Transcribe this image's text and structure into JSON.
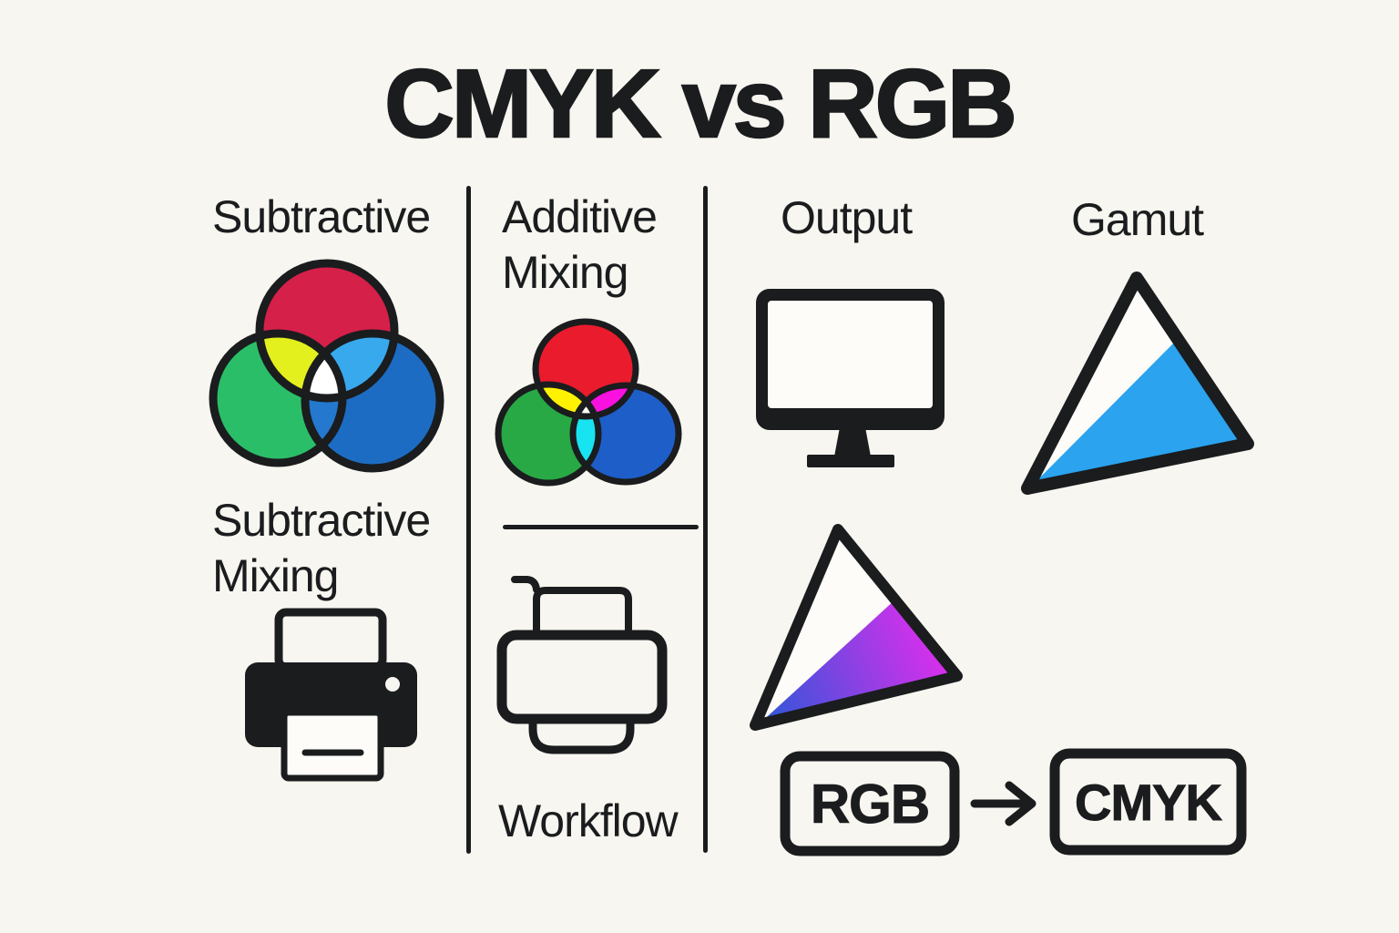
{
  "title": "CMYK vs RGB",
  "sections": {
    "subtractive": {
      "heading": "Subtractive",
      "caption": "Subtractive Mixing",
      "icons": [
        "subtractive-venn-icon",
        "printer-icon"
      ]
    },
    "additive": {
      "heading": "Additive Mixing",
      "caption": "Workflow",
      "icons": [
        "additive-venn-icon",
        "printer-outline-icon"
      ]
    },
    "output": {
      "heading": "Output",
      "icons": [
        "monitor-icon",
        "cmyk-gamut-triangle-icon"
      ]
    },
    "gamut": {
      "heading": "Gamut",
      "icons": [
        "rgb-gamut-triangle-icon"
      ]
    }
  },
  "conversion": {
    "from": "RGB",
    "to": "CMYK",
    "arrow_symbol": "→"
  },
  "colors": {
    "background": "#F8F6F0",
    "ink": "#1A1C1E",
    "paper_white": "#FDFCF9",
    "subtractive_venn": {
      "red": "#D52049",
      "green": "#2BBE69",
      "blue": "#1D6CC3",
      "yellow_overlap": "#E3F01D",
      "light_blue_overlap": "#38A9EC",
      "blue_overlap": "#2478CE",
      "center_overlap": "#FFFFFF"
    },
    "additive_venn": {
      "red": "#EA1B2C",
      "green": "#28A945",
      "blue": "#1E5EC8",
      "yellow_overlap": "#FFF200",
      "magenta_overlap": "#F911E0",
      "cyan_overlap": "#17E3F1",
      "center_overlap": "#FFFFFF"
    },
    "rgb_gamut_fill": "#2BA3EE",
    "cmyk_gamut_gradient": [
      "#2B57D8",
      "#EA2BEE"
    ]
  }
}
